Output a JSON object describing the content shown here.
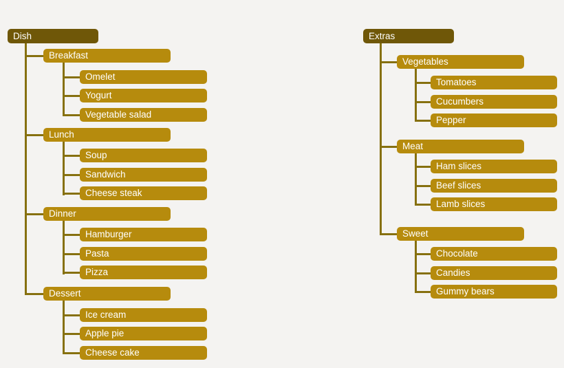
{
  "diagram": {
    "type": "hierarchy-tree",
    "colors": {
      "bg": "#f4f3f1",
      "root_fill": "#6f5708",
      "node_fill": "#b68b0d",
      "connector": "#86700f",
      "text": "#ffffff"
    },
    "trees": [
      {
        "root": "Dish",
        "groups": [
          {
            "label": "Breakfast",
            "children": [
              "Omelet",
              "Yogurt",
              "Vegetable salad"
            ]
          },
          {
            "label": "Lunch",
            "children": [
              "Soup",
              "Sandwich",
              "Cheese steak"
            ]
          },
          {
            "label": "Dinner",
            "children": [
              "Hamburger",
              "Pasta",
              "Pizza"
            ]
          },
          {
            "label": "Dessert",
            "children": [
              "Ice cream",
              "Apple pie",
              "Cheese cake"
            ]
          }
        ]
      },
      {
        "root": "Extras",
        "groups": [
          {
            "label": "Vegetables",
            "children": [
              "Tomatoes",
              "Cucumbers",
              "Pepper"
            ]
          },
          {
            "label": "Meat",
            "children": [
              "Ham slices",
              "Beef slices",
              "Lamb slices"
            ]
          },
          {
            "label": "Sweet",
            "children": [
              "Chocolate",
              "Candies",
              "Gummy bears"
            ]
          }
        ]
      }
    ]
  }
}
